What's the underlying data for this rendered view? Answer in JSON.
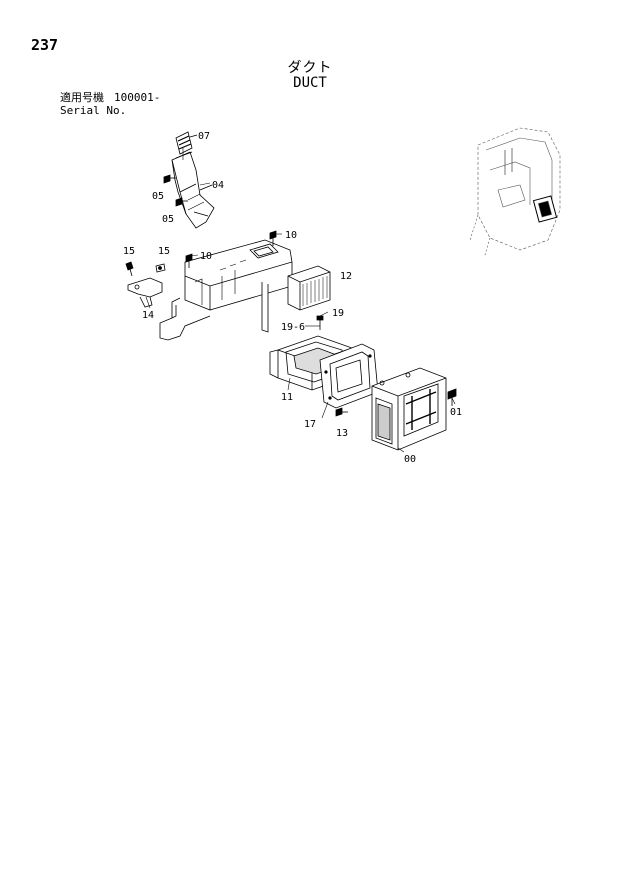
{
  "page_number": "237",
  "title": {
    "japanese": "ダクト",
    "english": "DUCT"
  },
  "serial": {
    "label_jp": "適用号機",
    "value": "100001-",
    "label_en": "Serial No."
  },
  "callouts": {
    "c07": "07",
    "c04": "04",
    "c05a": "05",
    "c05b": "05",
    "c10a": "10",
    "c10b": "10",
    "c15a": "15",
    "c15b": "15",
    "c14": "14",
    "c12": "12",
    "c19": "19",
    "c19_6": "19-6",
    "c11": "11",
    "c17": "17",
    "c13": "13",
    "c01": "01",
    "c00": "00"
  }
}
